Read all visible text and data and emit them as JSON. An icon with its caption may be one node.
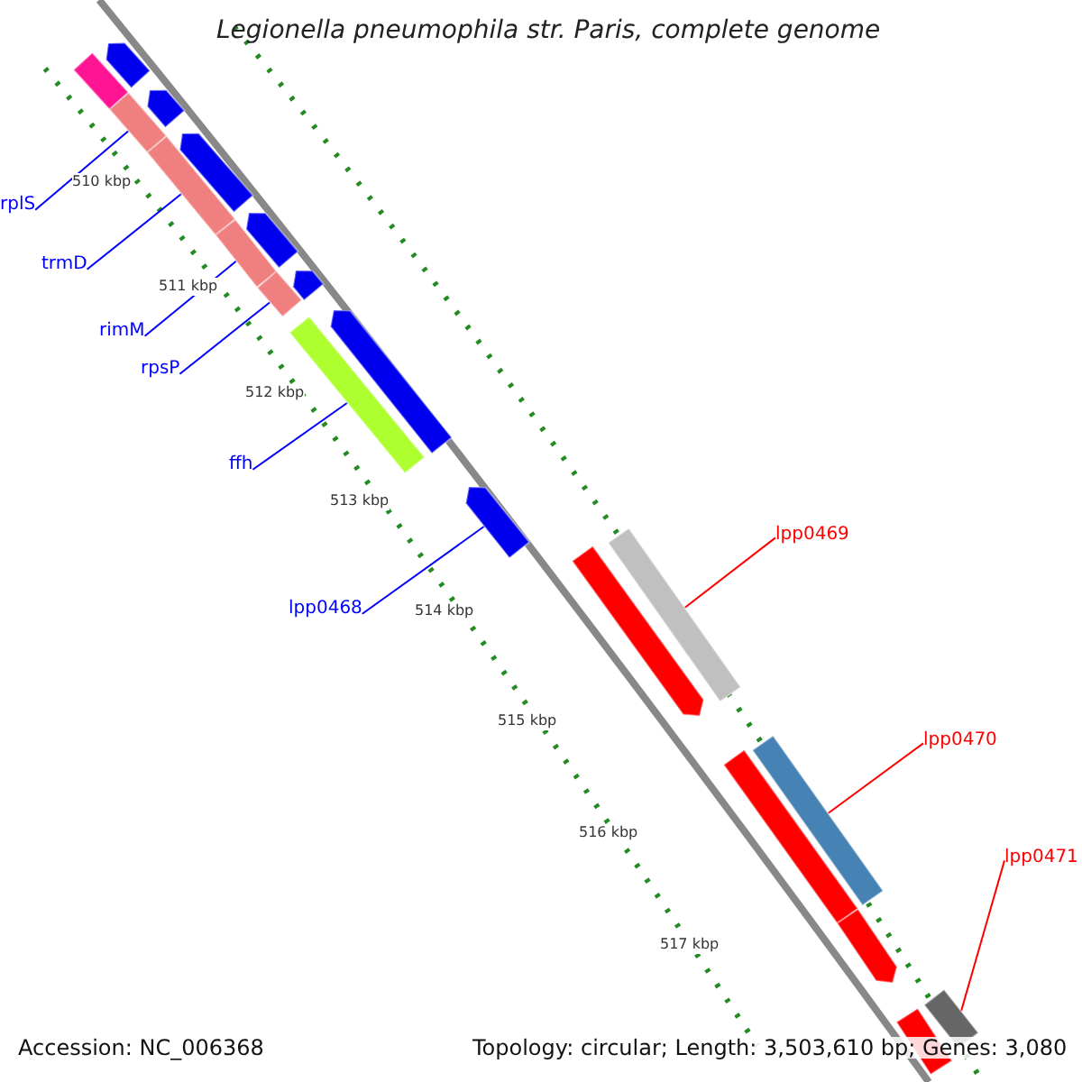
{
  "diagram": {
    "title": "Legionella pneumophila str. Paris, complete genome",
    "nodes": [
      {
        "text": [
          "rplS"
        ]
      },
      {
        "text": [
          "trmD"
        ]
      },
      {
        "text": [
          "rimM"
        ]
      },
      {
        "text": [
          "rpsP"
        ]
      },
      {
        "text": [
          "ffh"
        ]
      },
      {
        "text": [
          "lpp0468"
        ]
      },
      {
        "text": [
          "lpp0469"
        ]
      },
      {
        "text": [
          "lpp0470"
        ]
      },
      {
        "text": [
          "lpp0471"
        ]
      },
      {
        "text": [],
        "shape": "arrow"
      },
      {
        "text": [],
        "shape": "bar"
      },
      {
        "text": [],
        "shape": "arrow"
      },
      {
        "text": [],
        "shape": "bar"
      },
      {
        "text": [],
        "shape": "arrow"
      },
      {
        "text": [],
        "shape": "bar"
      },
      {
        "text": [],
        "shape": "arrow"
      },
      {
        "text": [],
        "shape": "bar"
      },
      {
        "text": [],
        "shape": "arrow"
      },
      {
        "text": [],
        "shape": "bar"
      },
      {
        "text": [],
        "shape": "arrow"
      },
      {
        "text": [],
        "shape": "bar"
      },
      {
        "text": [],
        "shape": "arrow"
      },
      {
        "text": [],
        "shape": "bar"
      },
      {
        "text": [],
        "shape": "arrow"
      },
      {
        "text": [],
        "shape": "bar"
      },
      {
        "text": [],
        "shape": "bar"
      },
      {
        "text": [],
        "shape": "arrow"
      },
      {
        "text": [],
        "shape": "bar"
      },
      {
        "text": [],
        "shape": "bar"
      }
    ],
    "edges": [
      {
        "from": 0,
        "to": 12,
        "arrow": "none"
      },
      {
        "from": 1,
        "to": 14,
        "arrow": "none"
      },
      {
        "from": 2,
        "to": 16,
        "arrow": "none"
      },
      {
        "from": 3,
        "to": 18,
        "arrow": "none"
      },
      {
        "from": 4,
        "to": 20,
        "arrow": "none"
      },
      {
        "from": 5,
        "to": 21,
        "arrow": "none"
      },
      {
        "from": 6,
        "to": 22,
        "arrow": "none",
        "color": "#ff0000"
      },
      {
        "from": 7,
        "to": 24,
        "arrow": "none",
        "color": "#ff0000"
      },
      {
        "from": 8,
        "to": 27,
        "arrow": "none",
        "color": "#ff0000"
      }
    ],
    "labels": [
      "510 kbp",
      "511 kbp",
      "512 kbp",
      "513 kbp",
      "514 kbp",
      "515 kbp",
      "516 kbp",
      "517 kbp",
      "Accession: NC_006368",
      "Topology: circular; Length: 3,503,610 bp; Genes: 3,080"
    ]
  }
}
